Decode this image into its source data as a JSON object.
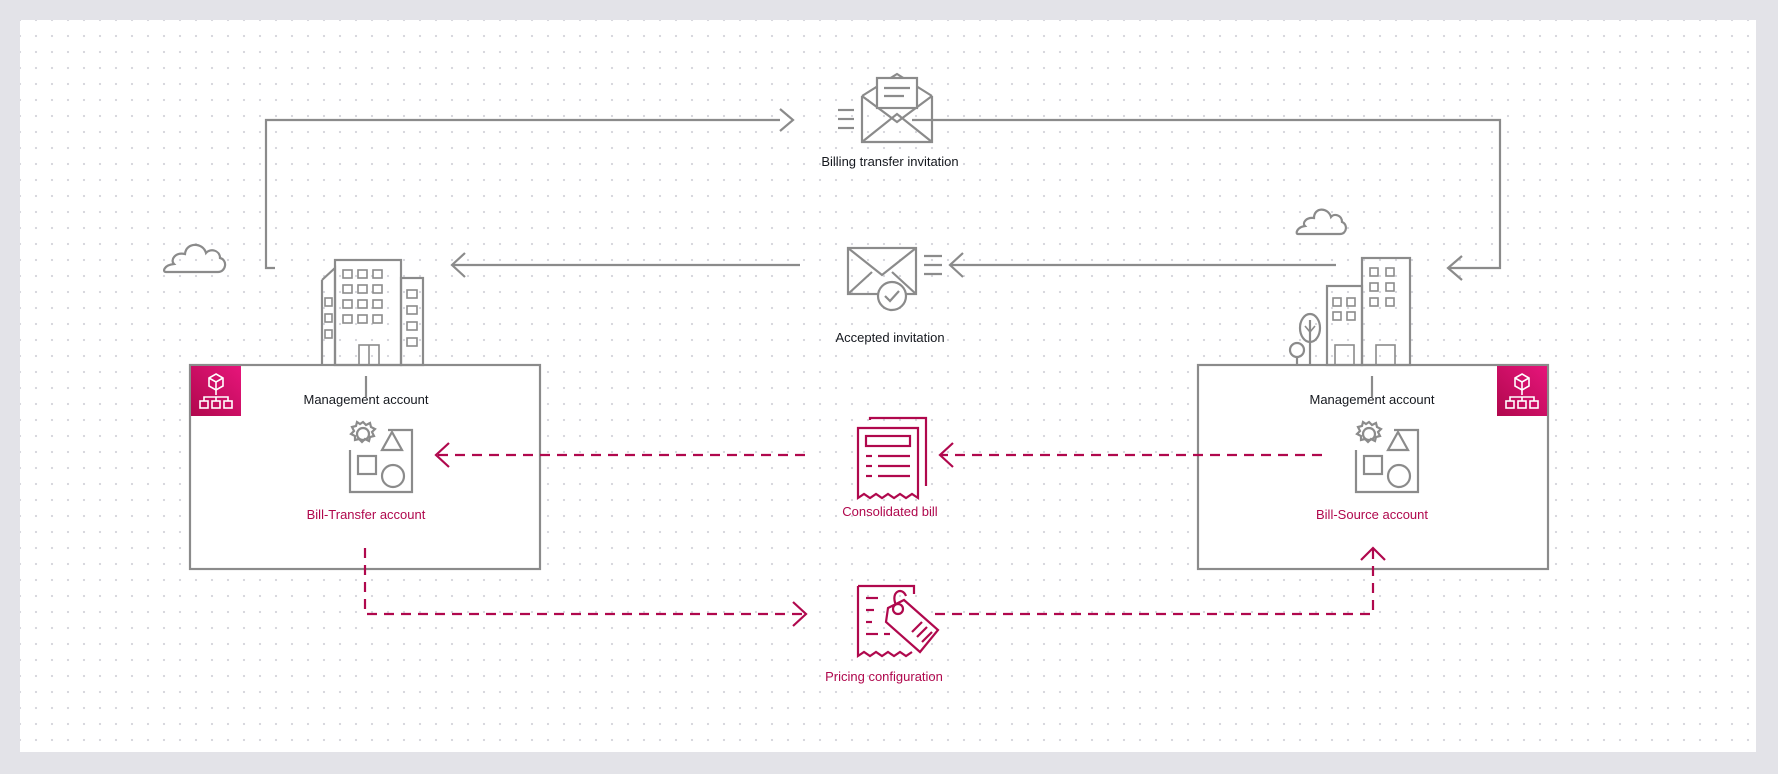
{
  "labels": {
    "billing_transfer_invitation": "Billing transfer invitation",
    "accepted_invitation": "Accepted invitation",
    "consolidated_bill": "Consolidated bill",
    "pricing_configuration": "Pricing configuration",
    "left_management_account": "Management account",
    "right_management_account": "Management account",
    "bill_transfer_account": "Bill-Transfer account",
    "bill_source_account": "Bill-Source account"
  },
  "colors": {
    "line_gray": "#8b8b8b",
    "accent_red": "#b0084d",
    "org_badge_start": "#b0084d",
    "org_badge_end": "#e7157b"
  },
  "icons": [
    "cloud-icon",
    "office-building-icon",
    "envelope-open-icon",
    "envelope-check-icon",
    "consolidated-bill-icon",
    "price-tag-receipt-icon",
    "organizations-icon",
    "account-resources-icon"
  ]
}
